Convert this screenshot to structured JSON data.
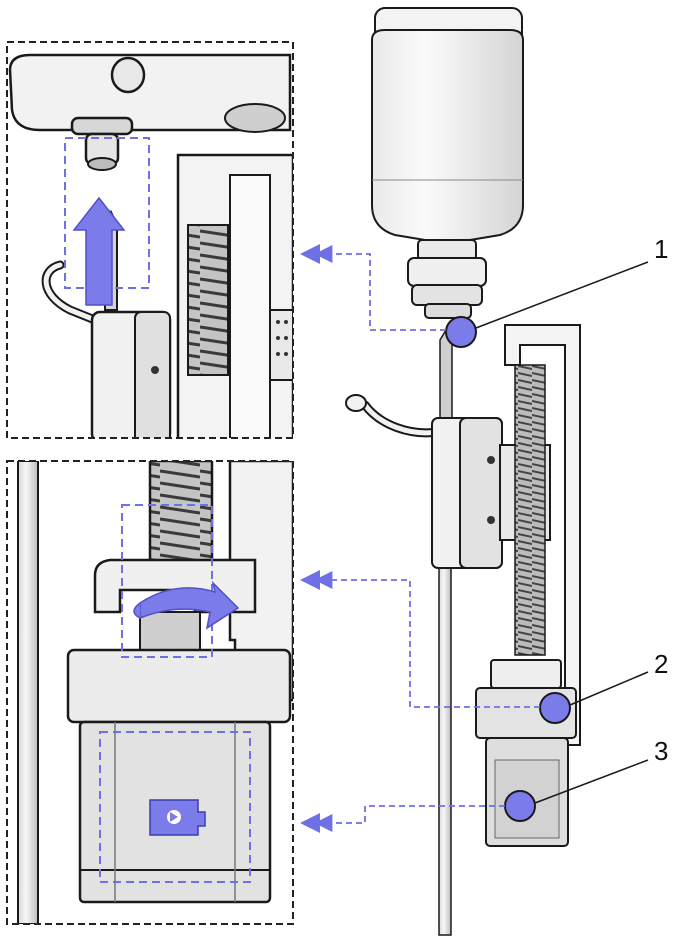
{
  "callouts": [
    {
      "label": "1"
    },
    {
      "label": "2"
    },
    {
      "label": "3"
    }
  ],
  "colors": {
    "accent": "#6f6fe6",
    "accent_fill": "#7b7bea",
    "outline": "#1a1a1a",
    "panel_border": "#222222",
    "metal_light": "#f4f4f4",
    "metal_mid": "#d9d9d9",
    "metal_dark": "#9a9a9a"
  },
  "icons": {
    "detail_1_arrow": "up-arrow-icon",
    "detail_2_arrow": "rotate-arrow-icon",
    "detail_3_chip": "motor-connector-icon"
  }
}
